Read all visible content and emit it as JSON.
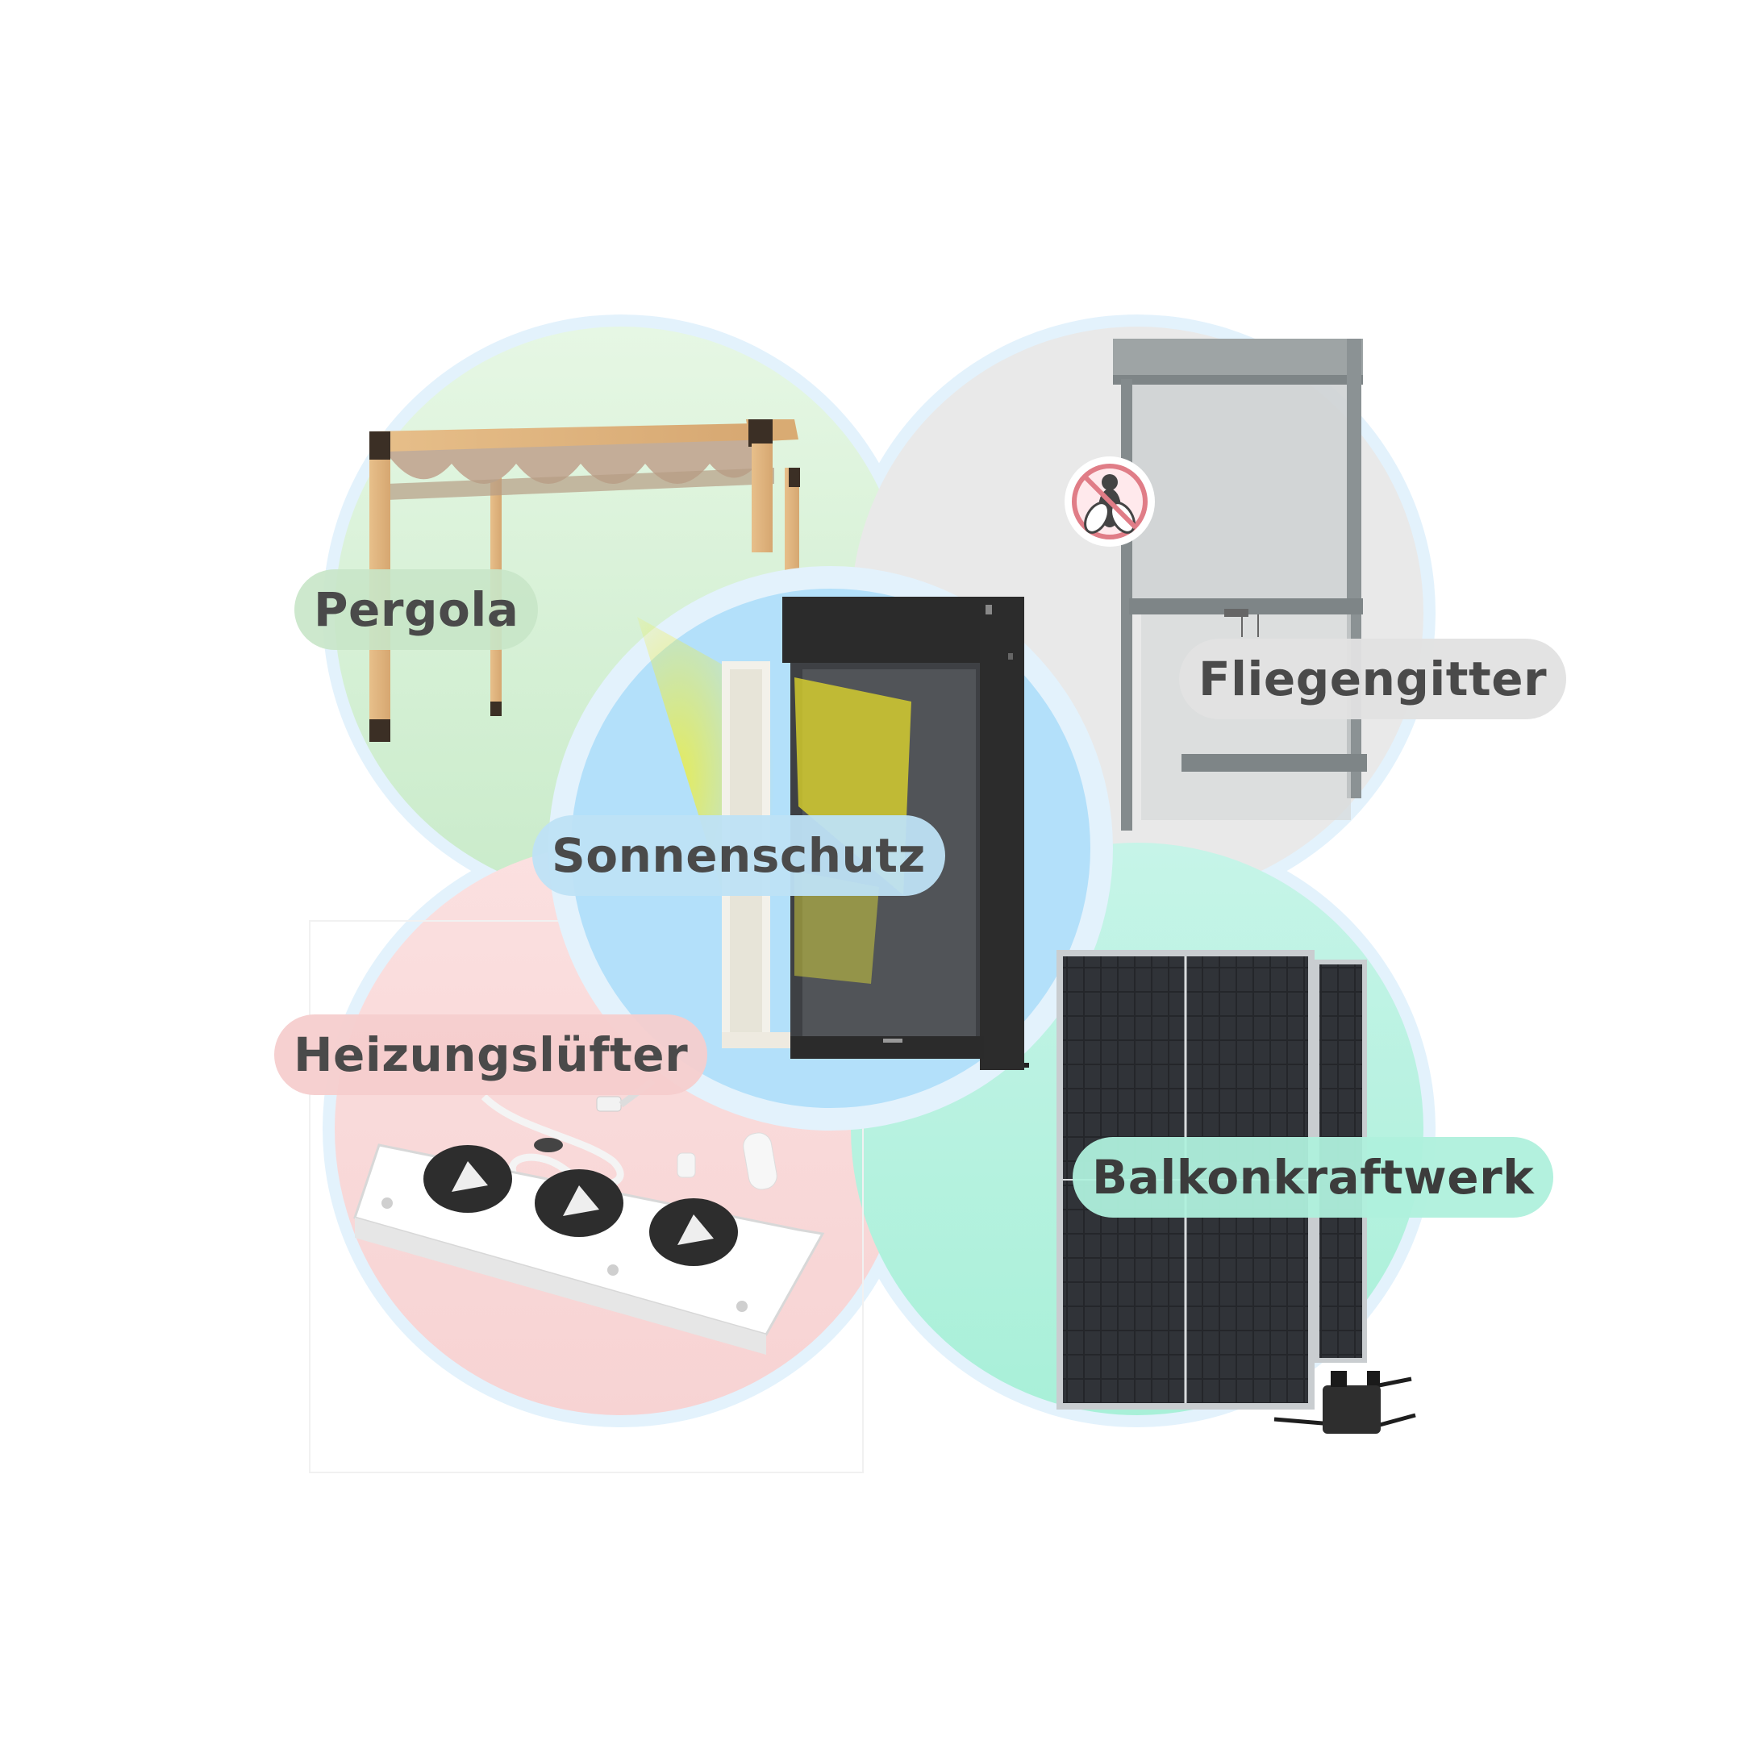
{
  "labels": {
    "pergola": "Pergola",
    "fliegengitter": "Fliegengitter",
    "sonnenschutz": "Sonnenschutz",
    "heizungsluefter": "Heizungslüfter",
    "balkonkraftwerk": "Balkonkraftwerk"
  },
  "colors": {
    "ring": "#e3f2fc",
    "pergola_bg": "#d5efd5",
    "fliegengitter_bg": "#e9e9e9",
    "sonnenschutz_bg": "#b3e0fa",
    "heizungsluefter_bg": "#fadada",
    "balkonkraftwerk_bg": "#b4f3e1"
  },
  "icons": {
    "pergola": "pergola-image",
    "fliegengitter": "insect-screen-image",
    "no_insect": "no-insect-icon",
    "sonnenschutz": "sun-protection-screen-image",
    "heizungsluefter": "radiator-fan-image",
    "balkonkraftwerk": "solar-panel-image"
  }
}
